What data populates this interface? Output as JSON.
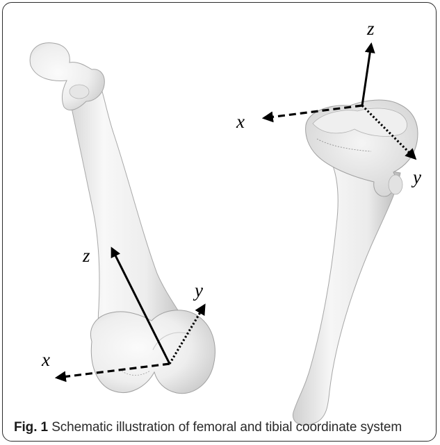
{
  "figure": {
    "caption_label": "Fig. 1",
    "caption_text": " Schematic illustration of femoral and tibial coordinate system"
  },
  "femur": {
    "axes": {
      "x": "x",
      "y": "y",
      "z": "z"
    }
  },
  "tibia": {
    "axes": {
      "x": "x",
      "y": "y",
      "z": "z"
    }
  },
  "colors": {
    "bone_light": "#f7f7f7",
    "bone_mid": "#e3e3e3",
    "bone_shadow": "#b9b9b9",
    "bone_outline": "#9a9a9a",
    "axis": "#000000",
    "frame": "#2b2b2b"
  }
}
